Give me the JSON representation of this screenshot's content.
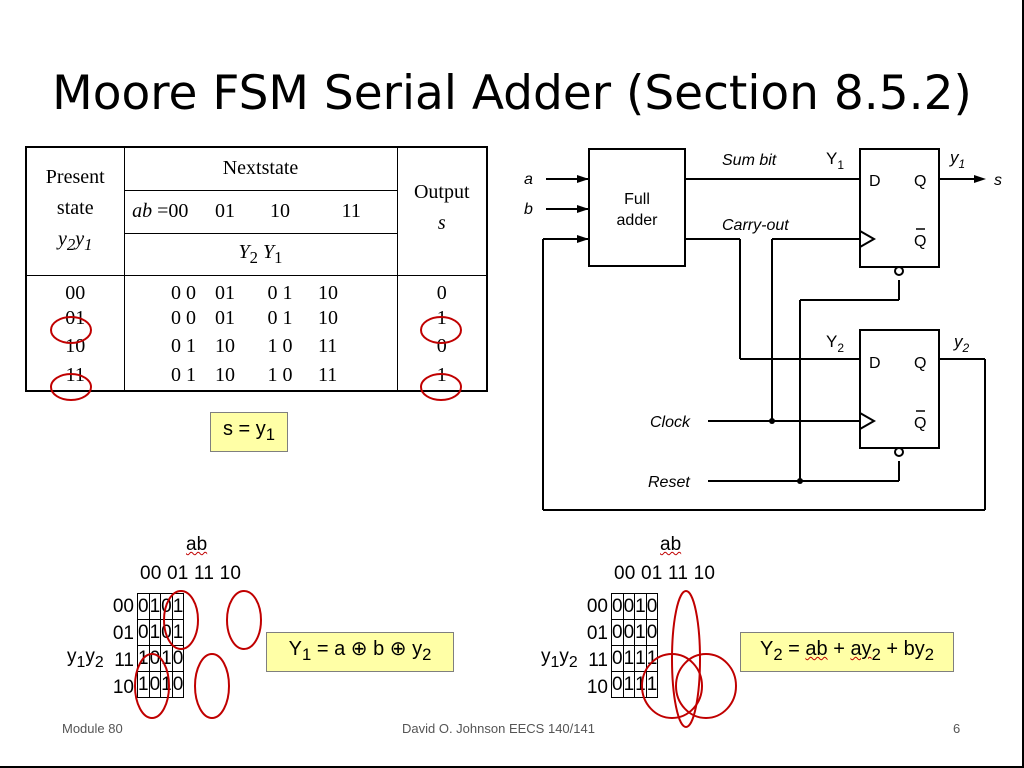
{
  "title": "Moore FSM Serial Adder (Section 8.5.2)",
  "state_table": {
    "present_state_label": [
      "Present",
      "state",
      "y2y1"
    ],
    "nextstate_label": "Nextstate",
    "ab_label": "ab =00",
    "ab_cols": [
      "01",
      "10",
      "11"
    ],
    "next_var_label": "Y2Y1",
    "output_label": "Output",
    "output_var": "s",
    "rows": [
      {
        "state": "00",
        "next": [
          "0 0",
          "01",
          "0 1",
          "10"
        ],
        "s": "0"
      },
      {
        "state": "01",
        "next": [
          "0 0",
          "01",
          "0 1",
          "10"
        ],
        "s": "1"
      },
      {
        "state": "10",
        "next": [
          "0 1",
          "10",
          "1 0",
          "11"
        ],
        "s": "0"
      },
      {
        "state": "11",
        "next": [
          "0 1",
          "10",
          "1 0",
          "11"
        ],
        "s": "1"
      }
    ]
  },
  "s_equation": "s = y1",
  "circuit": {
    "input_a": "a",
    "input_b": "b",
    "full_adder": [
      "Full",
      "adder"
    ],
    "sum_bit": "Sum bit",
    "carry_out": "Carry-out",
    "Y1": "Y1",
    "Y2": "Y2",
    "y1": "y1",
    "y2": "y2",
    "output_s": "s",
    "D": "D",
    "Q": "Q",
    "Qbar": "Q",
    "clock": "Clock",
    "reset": "Reset"
  },
  "kmap1": {
    "ab_label": "ab",
    "col_header": "00 01 11 10",
    "row_labels": [
      "00",
      "01",
      "11",
      "10"
    ],
    "var_label": "y1y2",
    "cells": [
      [
        "0",
        "1",
        "0",
        "1"
      ],
      [
        "0",
        "1",
        "0",
        "1"
      ],
      [
        "1",
        "0",
        "1",
        "0"
      ],
      [
        "1",
        "0",
        "1",
        "0"
      ]
    ],
    "equation": "Y1 = a ⊕ b ⊕ y2"
  },
  "kmap2": {
    "ab_label": "ab",
    "col_header": "00 01 11 10",
    "row_labels": [
      "00",
      "01",
      "11",
      "10"
    ],
    "var_label": "y1y2",
    "cells": [
      [
        "0",
        "0",
        "1",
        "0"
      ],
      [
        "0",
        "0",
        "1",
        "0"
      ],
      [
        "0",
        "1",
        "1",
        "1"
      ],
      [
        "0",
        "1",
        "1",
        "1"
      ]
    ],
    "equation": "Y2 = ab + ay2 + by2"
  },
  "footer": {
    "left": "Module 80",
    "center": "David O. Johnson EECS 140/141",
    "page": "6"
  },
  "colors": {
    "circle": "#c00000",
    "highlight": "#ffffa6"
  }
}
